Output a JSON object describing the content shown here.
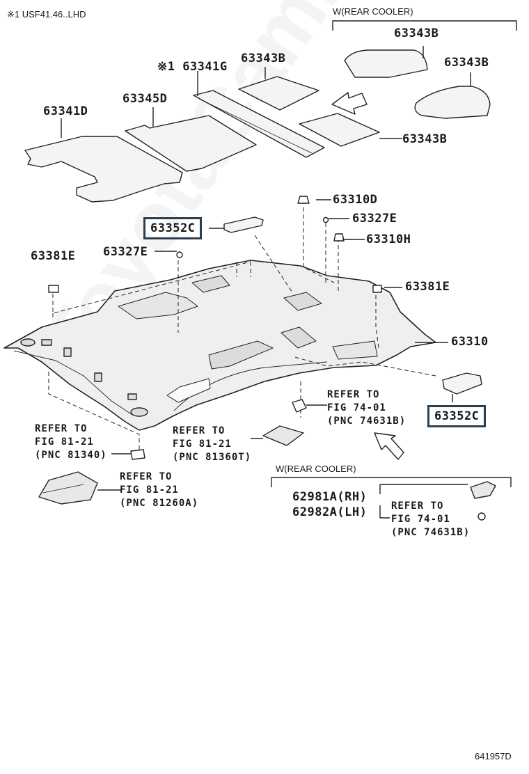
{
  "header_note": "※1 USF41.46..LHD",
  "rear_cooler_label_top": "W(REAR COOLER)",
  "rear_cooler_label_bottom": "W(REAR COOLER)",
  "parts": {
    "p63343B_1": "63343B",
    "p63343B_2": "63343B",
    "p63343B_3": "63343B",
    "p63343B_4": "63343B",
    "p63341G": "※1 63341G",
    "p63345D": "63345D",
    "p63341D": "63341D",
    "p63310D": "63310D",
    "p63327E_1": "63327E",
    "p63327E_2": "63327E",
    "p63310H": "63310H",
    "p63352C_1": "63352C",
    "p63352C_2": "63352C",
    "p63381E_1": "63381E",
    "p63381E_2": "63381E",
    "p63310": "63310",
    "p62981A": "62981A(RH)",
    "p62982A": "62982A(LH)"
  },
  "refs": {
    "ref_74_01_a": [
      "REFER TO",
      "FIG 74-01",
      "(PNC 74631B)"
    ],
    "ref_81_21_a": [
      "REFER TO",
      "FIG 81-21",
      "(PNC 81340)"
    ],
    "ref_81_21_b": [
      "REFER TO",
      "FIG 81-21",
      "(PNC 81360T)"
    ],
    "ref_81_21_c": [
      "REFER TO",
      "FIG 81-21",
      "(PNC 81260A)"
    ],
    "ref_74_01_b": [
      "REFER TO",
      "FIG 74-01",
      "(PNC 74631B)"
    ]
  },
  "figure_id": "641957D",
  "watermark": "ToyotaCamry.ru",
  "colors": {
    "line": "#222222",
    "box": "#2d3f4f",
    "fill": "#e6e6e6",
    "panel": "#f4f4f4"
  }
}
